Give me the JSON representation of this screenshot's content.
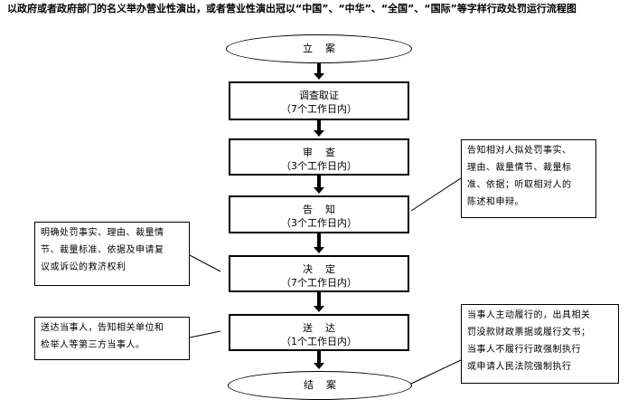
{
  "title": "以政府或者政府部门的名义举办营业性演出，或者营业性演出冠以“中国”、“中华”、“全国”、“国际”等字样行政处罚运行流程图",
  "start": "立    案",
  "end": "结    案",
  "steps": [
    {
      "name": "调查取证",
      "days": "（7个工作日内）"
    },
    {
      "name": "审    查",
      "days": "（3个工作日内）"
    },
    {
      "name": "告    知",
      "days": "（3个工作日内）"
    },
    {
      "name": "决    定",
      "days": "（7个工作日内）"
    },
    {
      "name": "送    达",
      "days": "（1个工作日内）"
    }
  ],
  "notes": {
    "inform": [
      "告知相对人拟处罚事实、",
      "理由、裁量情节、裁量标",
      "准、依据；听取相对人的",
      "陈述和申辩。"
    ],
    "decide": [
      "明确处罚事实、理由、裁量情",
      "节、裁量标准、依据及申请复",
      "议或诉讼的救济权利"
    ],
    "deliver": [
      "送达当事人，告知相关单位和",
      "检举人等第三方当事人。"
    ],
    "execute": [
      "当事人主动履行的，出具相关",
      "罚没款财政票据或履行文书；",
      "当事人不履行行政强制执行",
      "或申请人民法院强制执行"
    ]
  }
}
